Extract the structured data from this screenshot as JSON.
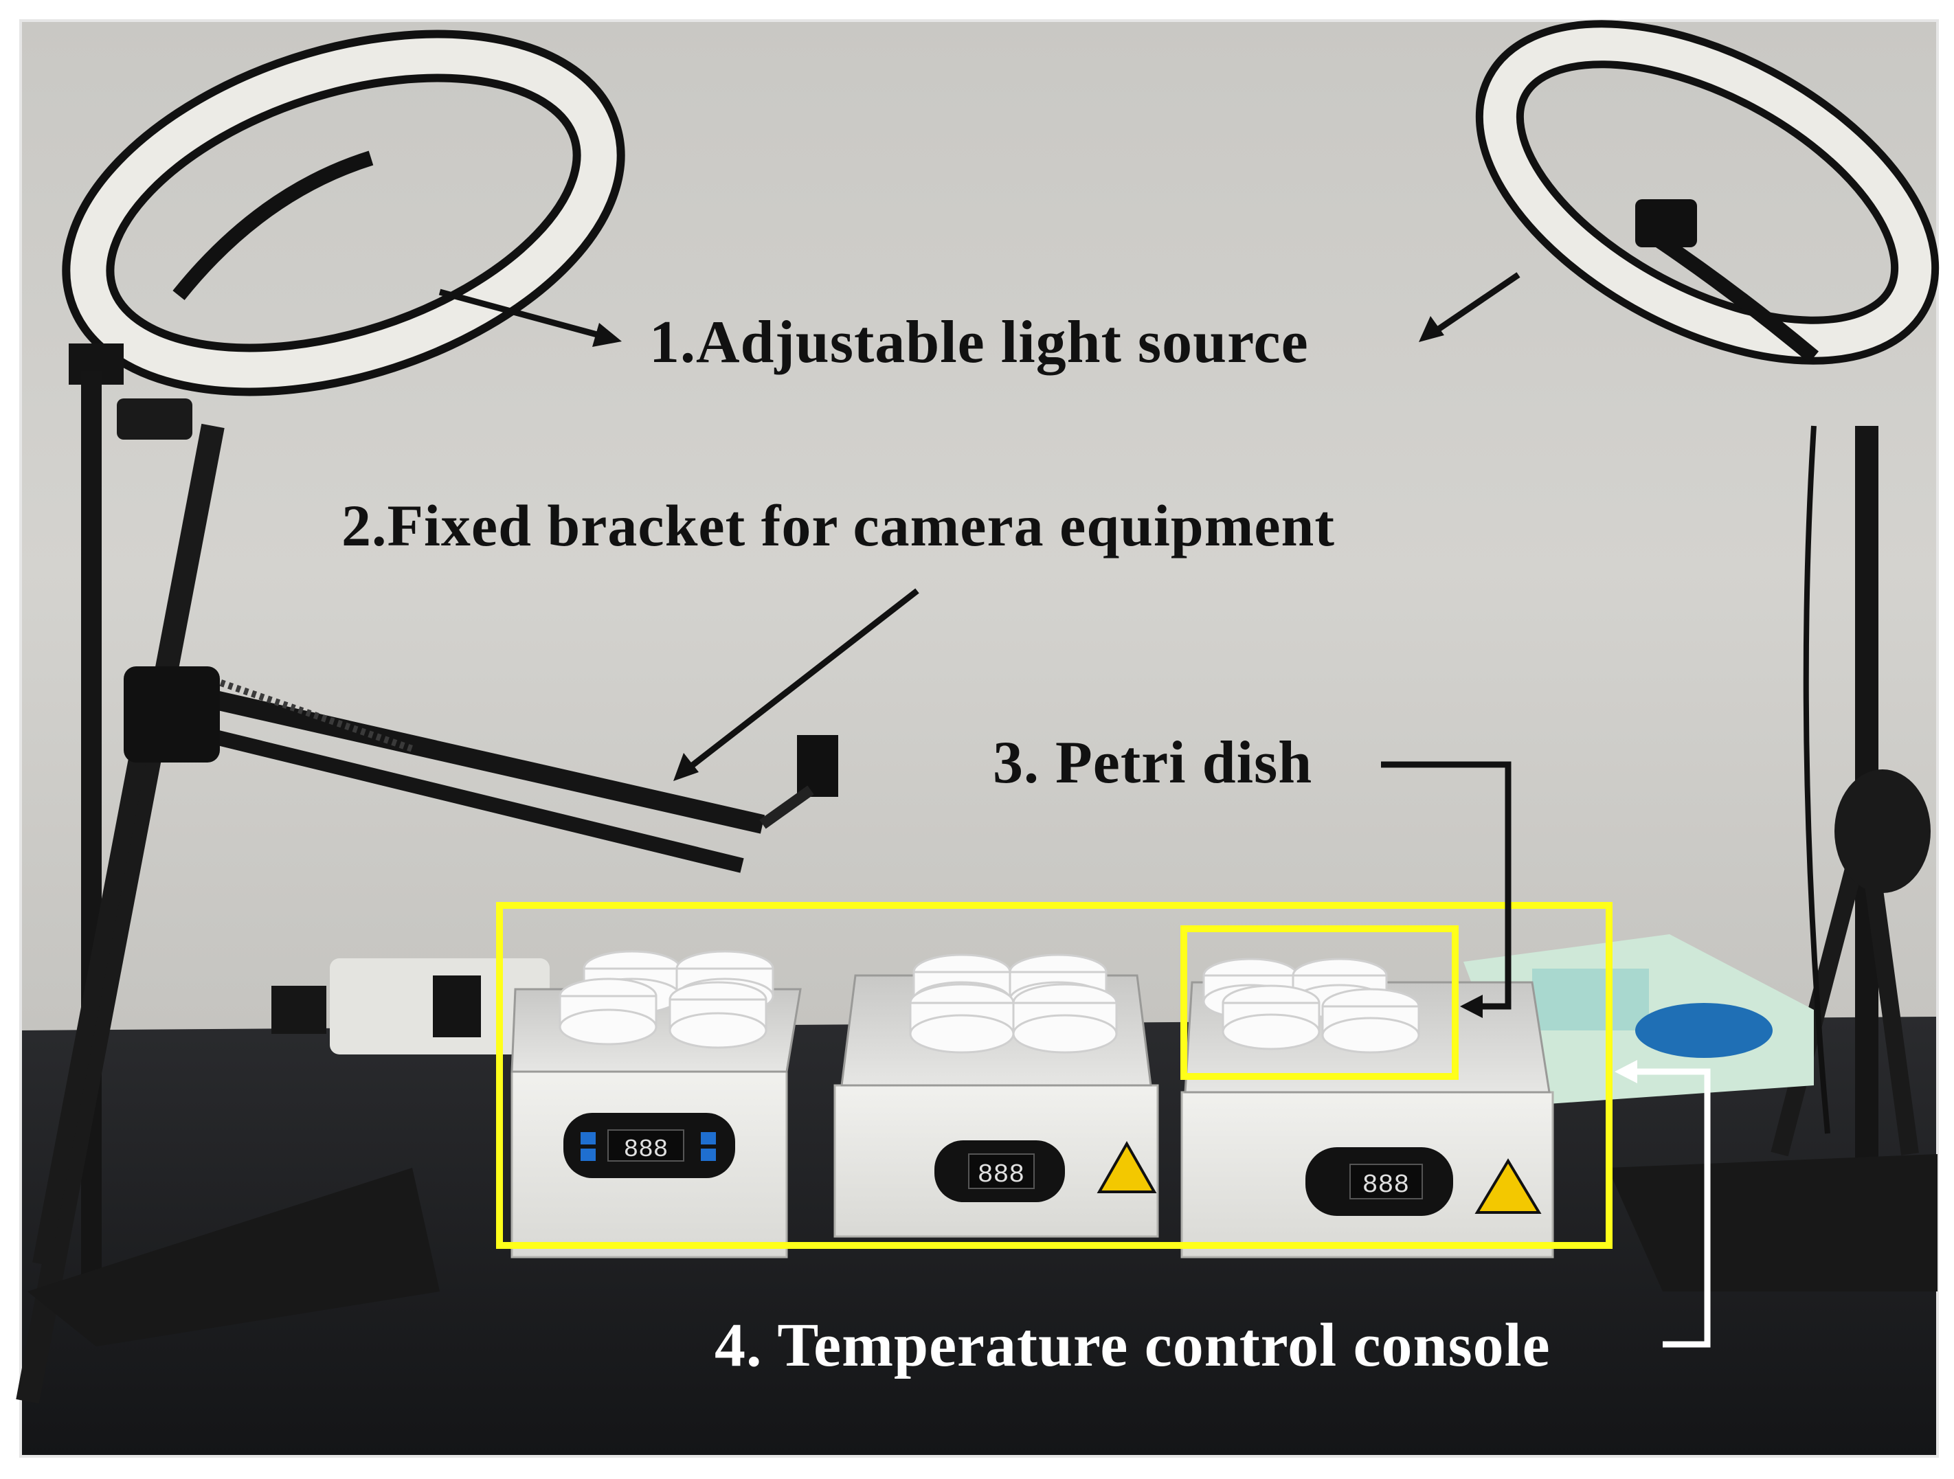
{
  "labels": {
    "light_source": "1.Adjustable light source",
    "camera_bracket": "2.Fixed bracket for camera equipment",
    "petri_dish": "3. Petri dish",
    "temperature_console": "4. Temperature control console"
  },
  "device_displays": [
    "888",
    "888",
    "888"
  ],
  "colors": {
    "highlight": "#ffff1a",
    "wall": "#d2d1cc",
    "bench": "#1d1e20",
    "label_dark": "#111111",
    "label_light": "#ffffff"
  }
}
